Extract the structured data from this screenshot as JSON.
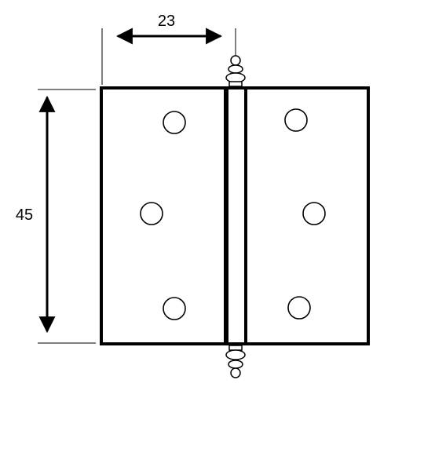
{
  "dimensions": {
    "leaf_width_label": "23",
    "height_label": "45"
  },
  "colors": {
    "stroke": "#000000",
    "background": "#ffffff"
  },
  "icons": {
    "arrow": "double-headed-arrow",
    "finial": "ball-finial"
  }
}
